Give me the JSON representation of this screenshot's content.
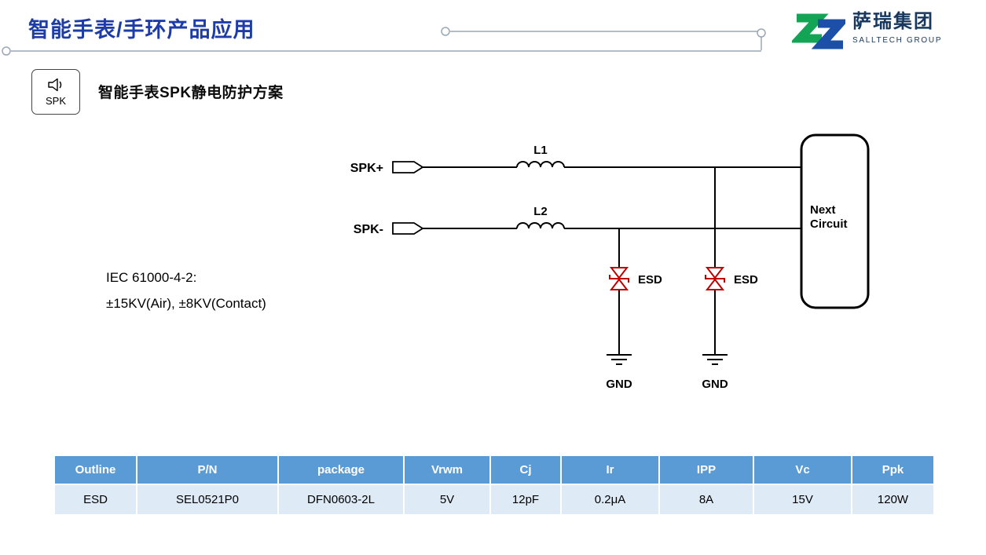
{
  "header": {
    "title": "智能手表/手环产品应用"
  },
  "logo": {
    "name_cn": "萨瑞集团",
    "name_en": "SALLTECH GROUP"
  },
  "section": {
    "icon_label": "SPK",
    "heading": "智能手表SPK静电防护方案"
  },
  "circuit": {
    "input_plus": "SPK+",
    "input_minus": "SPK-",
    "inductor_1": "L1",
    "inductor_2": "L2",
    "esd_left": "ESD",
    "esd_right": "ESD",
    "gnd_left": "GND",
    "gnd_right": "GND",
    "next_circuit_line1": "Next",
    "next_circuit_line2": "Circuit",
    "iec_line1": "IEC 61000-4-2:",
    "iec_line2": "±15KV(Air), ±8KV(Contact)"
  },
  "table": {
    "headers": [
      "Outline",
      "P/N",
      "package",
      "Vrwm",
      "Cj",
      "Ir",
      "IPP",
      "Vc",
      "Ppk"
    ],
    "rows": [
      [
        "ESD",
        "SEL0521P0",
        "DFN0603-2L",
        "5V",
        "12pF",
        "0.2μA",
        "8A",
        "15V",
        "120W"
      ]
    ]
  },
  "colors": {
    "title_blue": "#1e3ca8",
    "logo_navy": "#17375e",
    "logo_green": "#14a455",
    "logo_blue": "#1c50a8",
    "table_header_bg": "#5b9bd5",
    "table_row_bg": "#deebf7",
    "esd_red": "#c00000",
    "deco_gray": "#9aa7b5"
  }
}
